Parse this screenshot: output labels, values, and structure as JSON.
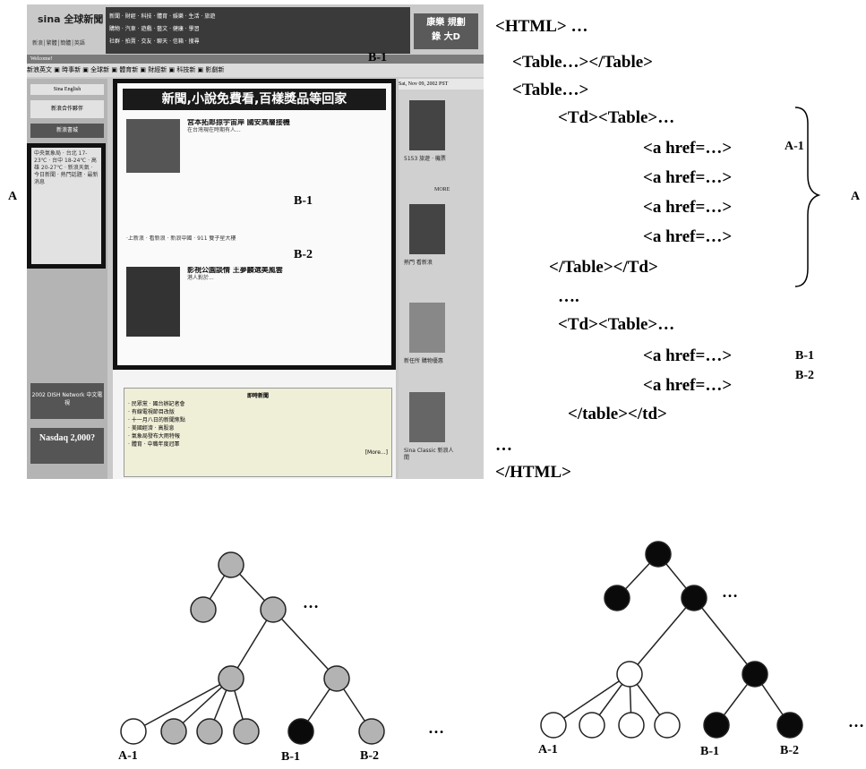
{
  "screenshot": {
    "logo": "sina 全球新聞",
    "logo_links": "新浪│繁體│簡體│英語",
    "topnav_rows": [
      "新聞 ‧ 財經 ‧ 科技 ‧ 體育 ‧ 娛樂 ‧ 生活 ‧ 旅遊",
      "購物 ‧ 汽車 ‧ 遊戲 ‧ 藝文 ‧ 健康 ‧ 學習",
      "社群 ‧ 拍賣 ‧ 交友 ‧ 聊天 ‧ 信箱 ‧ 搜尋"
    ],
    "ad_text": [
      "康樂 規劃",
      "錄 大D"
    ],
    "greybar": "Welcome!",
    "navbar": "新浪英文 ▣ 時事新 ▣ 全球新 ▣ 體育新 ▣ 財經新 ▣ 科技新 ▣ 影劇新",
    "left_blocks": [
      "Sina English",
      "新浪合作夥伴",
      "新浪書城",
      "2002 DISH Network 中文電視",
      "Nasdaq 2,000?"
    ],
    "boxA_text": "中央氣象局 ‧ 台北 17-23℃ ‧ 台中 18-24℃ ‧ 高雄 20-27℃ ‧ 新浪天氣 ‧ 今日新聞 ‧ 熱門話題 ‧ 最新消息",
    "headline": "新聞,小說免費看,百樣獎品等回家",
    "story1_title": "宮本拓郎掠宇宙岸 國安高層接機",
    "story1_body": "在台灣現在時期有人...",
    "story2_title": "影視公園談情 王夢麟選美風雲",
    "story2_body": "港人對於...",
    "story_links": "‧上新浪 ‧ 看新浪 ‧ 新浪中國 ‧ 911 雙子星大樓",
    "news_title": "即時新聞",
    "news_items": [
      "‧ 民眾黨 ‧ 國台辦記者會",
      "‧ 有線電視節目改版",
      "‧ 十一月八日的新聞焦點",
      "‧ 美國經濟 ‧ 高股息",
      "‧ 氣象局發布大雨特報",
      "‧ 體育 ‧ 中職年度冠軍"
    ],
    "news_more": "[More...]",
    "date": "Sat, Nov 09, 2002 PST",
    "right_cards": [
      "5153 旅遊 ‧ 機票",
      "熱門 看新浪",
      "新任所 購物優惠",
      "Sina Classic 新浪人間"
    ],
    "more_label": "MORE"
  },
  "labels": {
    "A_left": "A",
    "B1_top": "B-1",
    "B1_mid": "B-1",
    "B2_mid": "B-2"
  },
  "code_lines": [
    "<HTML> …",
    "<Table…></Table>",
    "<Table…>",
    "<Td><Table>…",
    "<a href=…>",
    "<a href=…>",
    "<a href=…>",
    "<a href=…>",
    "</Table></Td>",
    "….",
    "<Td><Table>…",
    "<a href=…>",
    "<a href=…>",
    "</table></td>",
    "…",
    "</HTML>"
  ],
  "code_labels": {
    "A1": "A-1",
    "A_right": "A",
    "B1": "B-1",
    "B2": "B-2"
  },
  "tree_left": {
    "ellipsis_top": "…",
    "ellipsis_bottom": "…",
    "leaf_labels": [
      "A-1",
      "B-1",
      "B-2"
    ]
  },
  "tree_right": {
    "ellipsis_top": "…",
    "ellipsis_bottom": "…",
    "leaf_labels": [
      "A-1",
      "B-1",
      "B-2"
    ]
  },
  "colors": {
    "node_gray": "#b3b3b3",
    "node_black": "#0a0a0a",
    "node_white": "#ffffff",
    "stroke": "#222222"
  }
}
